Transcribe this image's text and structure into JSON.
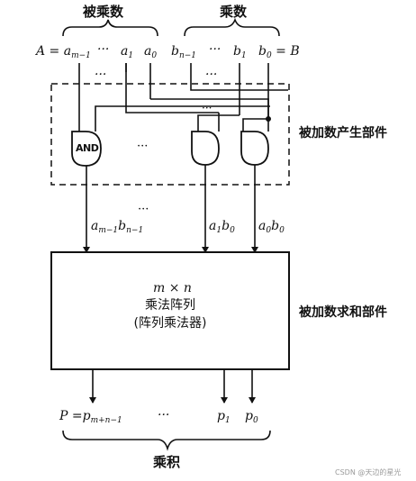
{
  "headers": {
    "multiplicand": "被乘数",
    "multiplier": "乘数"
  },
  "operand_labels": {
    "a_eq": "A =",
    "a_msb": "a",
    "a_msb_sub": "m−1",
    "a_mid": "a",
    "a_mid_sub": "1",
    "a_lsb": "a",
    "a_lsb_sub": "0",
    "b_msb": "b",
    "b_msb_sub": "n−1",
    "b_mid": "b",
    "b_mid_sub": "1",
    "b_lsb": "b",
    "b_lsb_sub": "0",
    "b_eq": "= B",
    "ellipsis": "···"
  },
  "and_gate_label": "AND",
  "side_labels": {
    "generator": "被加数产生部件",
    "summer": "被加数求和部件"
  },
  "partial_products": {
    "p1": "a",
    "p1_sub": "m−1",
    "p1b": "b",
    "p1b_sub": "n−1",
    "p2": "a",
    "p2_sub": "1",
    "p2b": "b",
    "p2b_sub": "0",
    "p3": "a",
    "p3_sub": "0",
    "p3b": "b",
    "p3b_sub": "0",
    "ellipsis": "···"
  },
  "array_box": {
    "size": "m × n",
    "line1": "乘法阵列",
    "line2": "(阵列乘法器)"
  },
  "outputs": {
    "p_eq": "P =",
    "p_msb": "p",
    "p_msb_sub": "m+n−1",
    "p_mid": "p",
    "p_mid_sub": "1",
    "p_lsb": "p",
    "p_lsb_sub": "0",
    "ellipsis": "···"
  },
  "product_label": "乘积",
  "watermark": "CSDN @天边的星光"
}
